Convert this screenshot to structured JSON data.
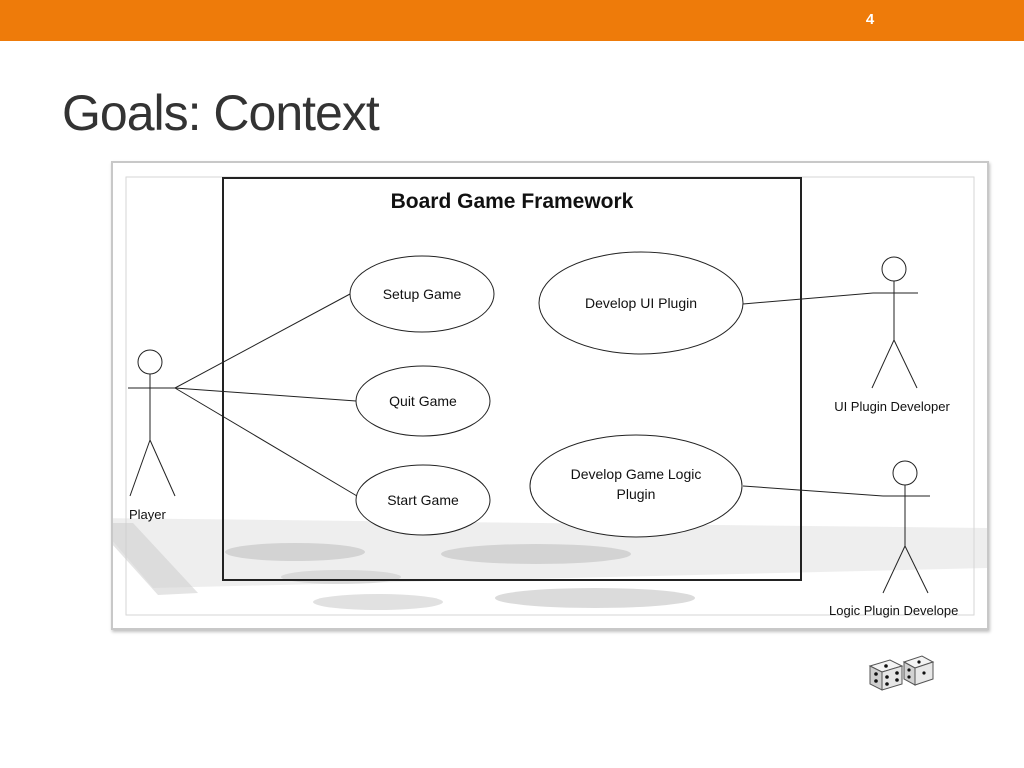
{
  "header": {
    "accent_color": "#ee7b0a",
    "slide_number": "4"
  },
  "slide": {
    "title": "Goals: Context"
  },
  "diagram": {
    "system_title": "Board Game Framework",
    "use_cases": {
      "setup_game": "Setup Game",
      "quit_game": "Quit Game",
      "start_game": "Start Game",
      "develop_ui_plugin": "Develop UI Plugin",
      "develop_game_logic_line1": "Develop Game Logic",
      "develop_game_logic_line2": "Plugin"
    },
    "actors": {
      "player": "Player",
      "ui_plugin_developer": "UI Plugin Developer",
      "logic_plugin_developer": "Logic Plugin Develope"
    }
  },
  "decorations": {
    "dice_icon": "dice-icon"
  }
}
